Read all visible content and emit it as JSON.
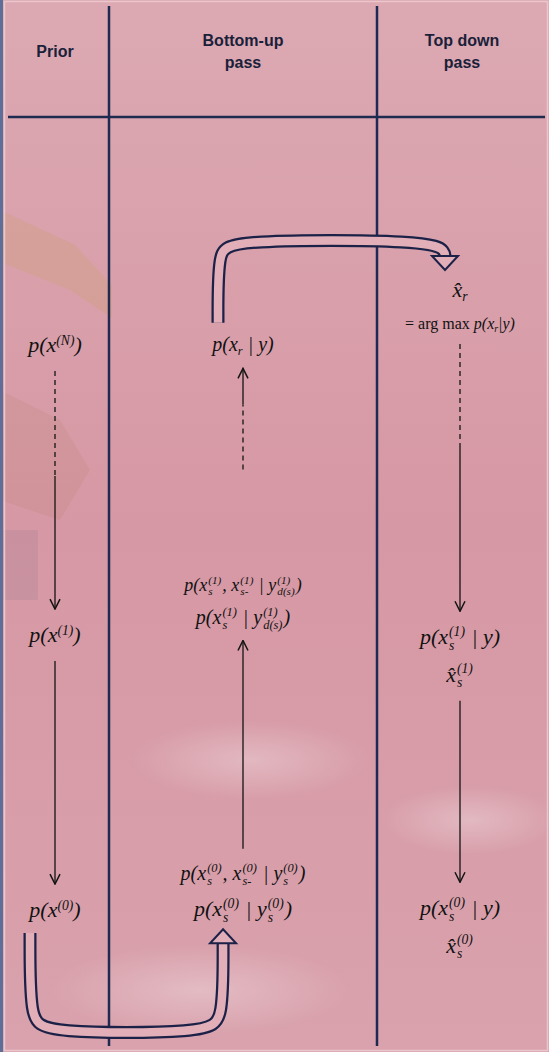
{
  "diagram": {
    "nodes": [
      {
        "text": [
          "p(x(N))"
        ]
      },
      {
        "text": [
          "p(xr | y)"
        ]
      },
      {
        "text": [
          "x̂r",
          "= arg max p(xr|y)"
        ]
      },
      {
        "text": [
          "p(x(1))"
        ]
      },
      {
        "text": [
          "p(xs(1), xs-(1) | yd(s)(1))",
          "p(xs(1) | yd(s)(1))"
        ]
      },
      {
        "text": [
          "p(xs(1) | y)",
          "x̂s(1)"
        ]
      },
      {
        "text": [
          "p(x(0))"
        ]
      },
      {
        "text": [
          "p(xs(0), xs-(0) | ys(0))",
          "p(xs(0) | ys(0))"
        ]
      },
      {
        "text": [
          "p(xs(0) | y)",
          "x̂s(0)"
        ]
      }
    ],
    "edges": [
      {
        "from": 0,
        "to": 3,
        "arrow": "to"
      },
      {
        "from": 3,
        "to": 6,
        "arrow": "to"
      },
      {
        "from": 7,
        "to": 4,
        "arrow": "to"
      },
      {
        "from": 4,
        "to": 1,
        "arrow": "to"
      },
      {
        "from": 2,
        "to": 5,
        "arrow": "to"
      },
      {
        "from": 5,
        "to": 8,
        "arrow": "to"
      },
      {
        "from": 6,
        "to": 7,
        "arrow": "to"
      },
      {
        "from": 1,
        "to": 2,
        "arrow": "to"
      }
    ],
    "labels": [
      "Prior",
      "Bottom-up pass",
      "Top down pass"
    ]
  }
}
